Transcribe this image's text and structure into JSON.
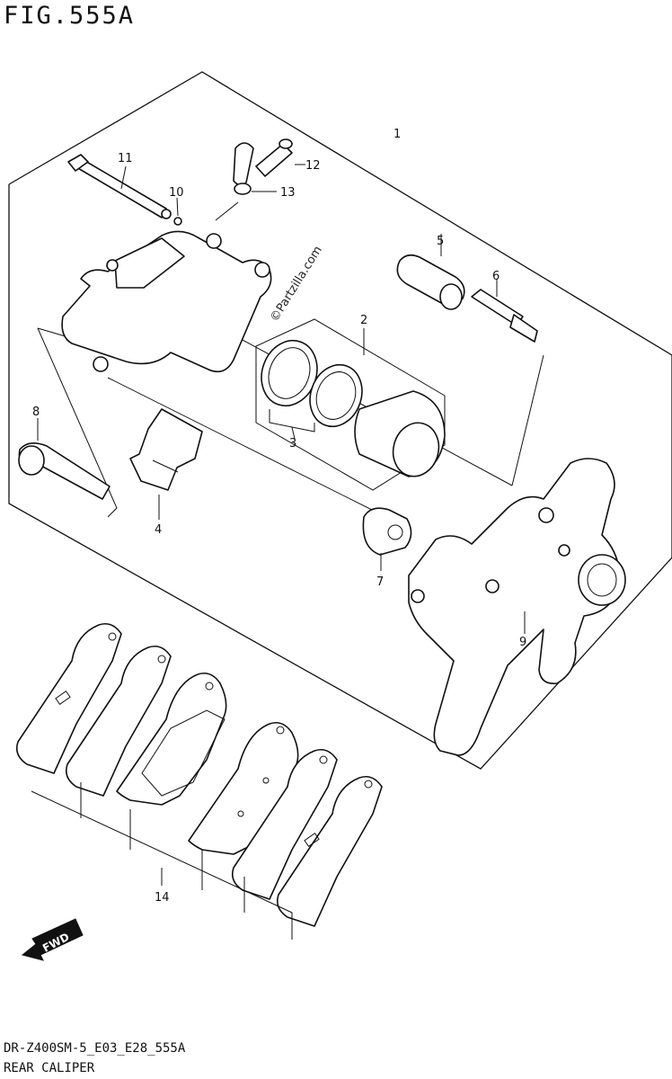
{
  "figure": {
    "title": "FIG.555A",
    "code": "DR-Z400SM-5_E03_E28_555A",
    "name": "REAR CALIPER"
  },
  "watermark": "©Partzilla.com",
  "direction_badge": "FWD",
  "callouts": {
    "c1": "1",
    "c2": "2",
    "c3": "3",
    "c4": "4",
    "c5": "5",
    "c6": "6",
    "c7": "7",
    "c8": "8",
    "c9": "9",
    "c10": "10",
    "c11": "11",
    "c12": "12",
    "c13": "13",
    "c14": "14"
  }
}
